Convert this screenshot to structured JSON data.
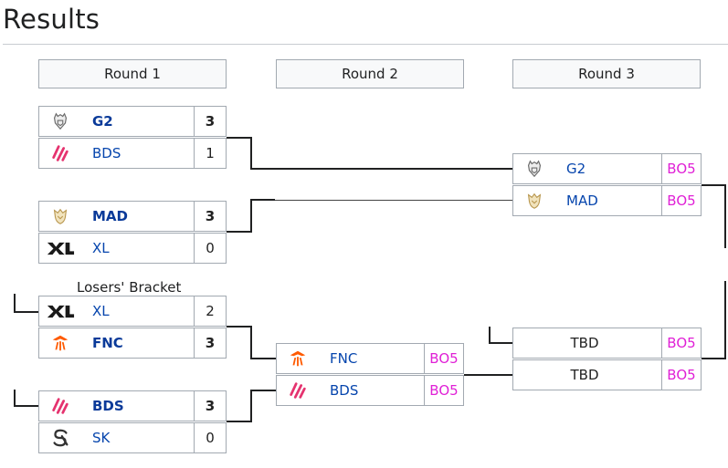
{
  "page": {
    "title": "Results"
  },
  "rounds": [
    "Round 1",
    "Round 2",
    "Round 3"
  ],
  "labels": {
    "losers_bracket": "Losers' Bracket"
  },
  "round1": [
    {
      "team": "G2",
      "score": "3",
      "winner": true,
      "icon": "g2-logo-icon"
    },
    {
      "team": "BDS",
      "score": "1",
      "winner": false,
      "icon": "bds-logo-icon"
    },
    {
      "team": "MAD",
      "score": "3",
      "winner": true,
      "icon": "mad-logo-icon"
    },
    {
      "team": "XL",
      "score": "0",
      "winner": false,
      "icon": "xl-logo-icon"
    },
    {
      "team": "XL",
      "score": "2",
      "winner": false,
      "icon": "xl-logo-icon"
    },
    {
      "team": "FNC",
      "score": "3",
      "winner": true,
      "icon": "fnc-logo-icon"
    },
    {
      "team": "BDS",
      "score": "3",
      "winner": true,
      "icon": "bds-logo-icon"
    },
    {
      "team": "SK",
      "score": "0",
      "winner": false,
      "icon": "sk-logo-icon"
    }
  ],
  "round2": [
    {
      "team": "FNC",
      "score": "BO5",
      "icon": "fnc-logo-icon"
    },
    {
      "team": "BDS",
      "score": "BO5",
      "icon": "bds-logo-icon"
    }
  ],
  "round3": [
    {
      "team": "G2",
      "score": "BO5",
      "icon": "g2-logo-icon"
    },
    {
      "team": "MAD",
      "score": "BO5",
      "icon": "mad-logo-icon"
    },
    {
      "team": "TBD",
      "score": "BO5"
    },
    {
      "team": "TBD",
      "score": "BO5"
    }
  ],
  "colors": {
    "link": "#0645ad",
    "bo_format": "#e020d6",
    "border": "#a2a9b1",
    "header_bg": "#f8f9fa"
  }
}
